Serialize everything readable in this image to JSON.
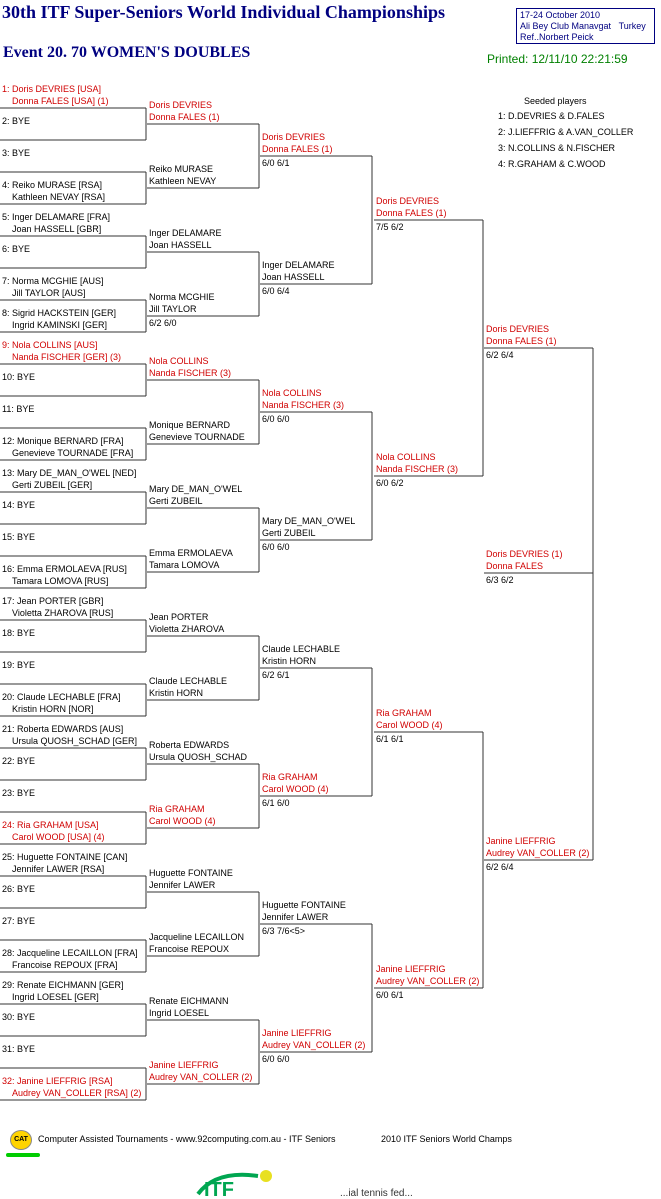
{
  "header": {
    "title": "30th ITF Super-Seniors World Individual Championships",
    "event": "Event 20. 70 WOMEN'S DOUBLES",
    "dates": "17-24 October 2010",
    "venue": "Ali Bey Club Manavgat",
    "country": "Turkey",
    "referee": "Ref..Norbert Peick",
    "printed": "Printed: 12/11/10 22:21:59"
  },
  "seeded": {
    "heading": "Seeded players",
    "items": [
      "1: D.DEVRIES & D.FALES",
      "2: J.LIEFFRIG & A.VAN_COLLER",
      "3: N.COLLINS & N.FISCHER",
      "4: R.GRAHAM & C.WOOD"
    ]
  },
  "round1": [
    {
      "l1": "1: Doris DEVRIES [USA]",
      "l2": "Donna FALES [USA] (1)",
      "seed": true
    },
    {
      "l1": "2: BYE",
      "l2": ""
    },
    {
      "l1": "3: BYE",
      "l2": ""
    },
    {
      "l1": "4: Reiko MURASE [RSA]",
      "l2": "Kathleen NEVAY [RSA]"
    },
    {
      "l1": "5: Inger DELAMARE [FRA]",
      "l2": "Joan HASSELL [GBR]"
    },
    {
      "l1": "6: BYE",
      "l2": ""
    },
    {
      "l1": "7: Norma MCGHIE [AUS]",
      "l2": "Jill TAYLOR [AUS]"
    },
    {
      "l1": "8: Sigrid HACKSTEIN [GER]",
      "l2": "Ingrid KAMINSKI [GER]"
    },
    {
      "l1": "9: Nola COLLINS [AUS]",
      "l2": "Nanda FISCHER [GER] (3)",
      "seed": true
    },
    {
      "l1": "10: BYE",
      "l2": ""
    },
    {
      "l1": "11: BYE",
      "l2": ""
    },
    {
      "l1": "12: Monique BERNARD [FRA]",
      "l2": "Genevieve TOURNADE [FRA]"
    },
    {
      "l1": "13: Mary DE_MAN_O'WEL [NED]",
      "l2": "Gerti ZUBEIL [GER]"
    },
    {
      "l1": "14: BYE",
      "l2": ""
    },
    {
      "l1": "15: BYE",
      "l2": ""
    },
    {
      "l1": "16: Emma ERMOLAEVA [RUS]",
      "l2": "Tamara LOMOVA [RUS]"
    },
    {
      "l1": "17: Jean PORTER [GBR]",
      "l2": "Violetta ZHAROVA [RUS]"
    },
    {
      "l1": "18: BYE",
      "l2": ""
    },
    {
      "l1": "19: BYE",
      "l2": ""
    },
    {
      "l1": "20: Claude LECHABLE [FRA]",
      "l2": "Kristin HORN [NOR]"
    },
    {
      "l1": "21: Roberta EDWARDS [AUS]",
      "l2": "Ursula QUOSH_SCHAD [GER]"
    },
    {
      "l1": "22: BYE",
      "l2": ""
    },
    {
      "l1": "23: BYE",
      "l2": ""
    },
    {
      "l1": "24: Ria GRAHAM [USA]",
      "l2": "Carol WOOD [USA] (4)",
      "seed": true
    },
    {
      "l1": "25: Huguette FONTAINE [CAN]",
      "l2": "Jennifer LAWER [RSA]"
    },
    {
      "l1": "26: BYE",
      "l2": ""
    },
    {
      "l1": "27: BYE",
      "l2": ""
    },
    {
      "l1": "28: Jacqueline LECAILLON [FRA]",
      "l2": "Francoise REPOUX [FRA]"
    },
    {
      "l1": "29: Renate EICHMANN [GER]",
      "l2": "Ingrid LOESEL [GER]"
    },
    {
      "l1": "30: BYE",
      "l2": ""
    },
    {
      "l1": "31: BYE",
      "l2": ""
    },
    {
      "l1": "32: Janine LIEFFRIG [RSA]",
      "l2": "Audrey VAN_COLLER [RSA] (2)",
      "seed": true
    }
  ],
  "round2": [
    {
      "l1": "Doris DEVRIES",
      "l2": "Donna FALES (1)",
      "score": "",
      "seed": true
    },
    {
      "l1": "Reiko MURASE",
      "l2": "Kathleen NEVAY",
      "score": ""
    },
    {
      "l1": "Inger DELAMARE",
      "l2": "Joan HASSELL",
      "score": ""
    },
    {
      "l1": "Norma MCGHIE",
      "l2": "Jill TAYLOR",
      "score": "6/2 6/0"
    },
    {
      "l1": "Nola COLLINS",
      "l2": "Nanda FISCHER (3)",
      "score": "",
      "seed": true
    },
    {
      "l1": "Monique BERNARD",
      "l2": "Genevieve TOURNADE",
      "score": ""
    },
    {
      "l1": "Mary DE_MAN_O'WEL",
      "l2": "Gerti ZUBEIL",
      "score": ""
    },
    {
      "l1": "Emma ERMOLAEVA",
      "l2": "Tamara LOMOVA",
      "score": ""
    },
    {
      "l1": "Jean PORTER",
      "l2": "Violetta ZHAROVA",
      "score": ""
    },
    {
      "l1": "Claude LECHABLE",
      "l2": "Kristin HORN",
      "score": ""
    },
    {
      "l1": "Roberta EDWARDS",
      "l2": "Ursula QUOSH_SCHAD",
      "score": ""
    },
    {
      "l1": "Ria GRAHAM",
      "l2": "Carol WOOD (4)",
      "score": "",
      "seed": true
    },
    {
      "l1": "Huguette FONTAINE",
      "l2": "Jennifer LAWER",
      "score": ""
    },
    {
      "l1": "Jacqueline LECAILLON",
      "l2": "Francoise REPOUX",
      "score": ""
    },
    {
      "l1": "Renate EICHMANN",
      "l2": "Ingrid LOESEL",
      "score": ""
    },
    {
      "l1": "Janine LIEFFRIG",
      "l2": "Audrey VAN_COLLER (2)",
      "score": "",
      "seed": true
    }
  ],
  "round3": [
    {
      "l1": "Doris DEVRIES",
      "l2": "Donna FALES (1)",
      "score": "6/0 6/1",
      "seed": true
    },
    {
      "l1": "Inger DELAMARE",
      "l2": "Joan HASSELL",
      "score": "6/0 6/4"
    },
    {
      "l1": "Nola COLLINS",
      "l2": "Nanda FISCHER (3)",
      "score": "6/0 6/0",
      "seed": true
    },
    {
      "l1": "Mary DE_MAN_O'WEL",
      "l2": "Gerti ZUBEIL",
      "score": "6/0 6/0"
    },
    {
      "l1": "Claude LECHABLE",
      "l2": "Kristin HORN",
      "score": "6/2 6/1"
    },
    {
      "l1": "Ria GRAHAM",
      "l2": "Carol WOOD (4)",
      "score": "6/1 6/0",
      "seed": true
    },
    {
      "l1": "Huguette FONTAINE",
      "l2": "Jennifer LAWER",
      "score": "6/3 7/6<5>"
    },
    {
      "l1": "Janine LIEFFRIG",
      "l2": "Audrey VAN_COLLER (2)",
      "score": "6/0 6/0",
      "seed": true
    }
  ],
  "round4": [
    {
      "l1": "Doris DEVRIES",
      "l2": "Donna FALES (1)",
      "score": "7/5 6/2",
      "seed": true
    },
    {
      "l1": "Nola COLLINS",
      "l2": "Nanda FISCHER (3)",
      "score": "6/0 6/2",
      "seed": true
    },
    {
      "l1": "Ria GRAHAM",
      "l2": "Carol WOOD (4)",
      "score": "6/1 6/1",
      "seed": true
    },
    {
      "l1": "Janine LIEFFRIG",
      "l2": "Audrey VAN_COLLER (2)",
      "score": "6/0 6/1",
      "seed": true
    }
  ],
  "round5": [
    {
      "l1": "Doris DEVRIES",
      "l2": "Donna FALES (1)",
      "score": "6/2 6/4",
      "seed": true
    },
    {
      "l1": "Janine LIEFFRIG",
      "l2": "Audrey VAN_COLLER (2)",
      "score": "6/2 6/4",
      "seed": true
    }
  ],
  "final": [
    {
      "l1": "Doris DEVRIES (1)",
      "l2": "Donna FALES",
      "score": "6/3 6/2",
      "seed": true
    }
  ],
  "footer": {
    "cat_logo": "CAT",
    "credit": "Computer Assisted Tournaments - www.92computing.com.au -  ITF Seniors",
    "event": "2010 ITF Seniors World Champs",
    "itf_logo": "ITF",
    "itf_text": "...ial tennis fed..."
  },
  "colors": {
    "title": "#000080",
    "seed": "#d00000",
    "printed": "#008000",
    "line": "#333333"
  }
}
